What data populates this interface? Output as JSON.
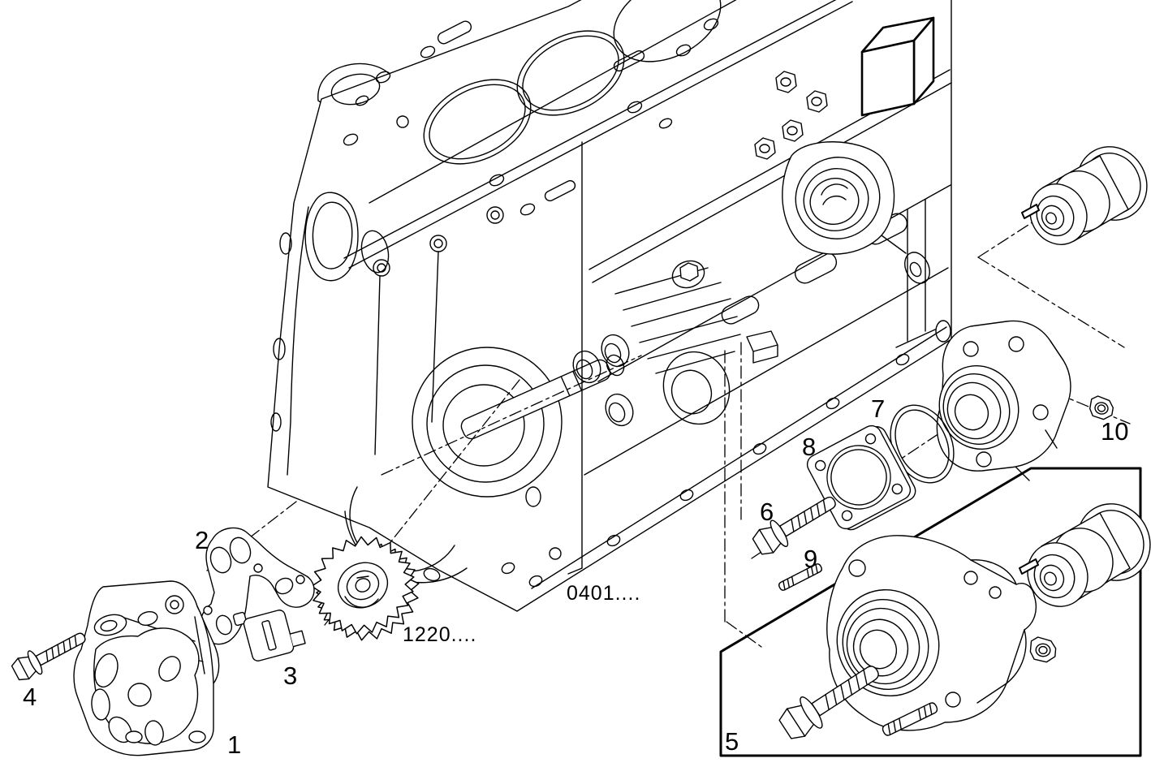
{
  "page": {
    "background": "#ffffff",
    "line_color": "#000000",
    "text_color": "#000000"
  },
  "labels": {
    "c1": "1",
    "c2": "2",
    "c3": "3",
    "c4": "4",
    "c5": "5",
    "c6": "6",
    "c7": "7",
    "c8": "8",
    "c9": "9",
    "c10": "10",
    "ref_block": "0401....",
    "ref_sprocket": "1220...."
  }
}
